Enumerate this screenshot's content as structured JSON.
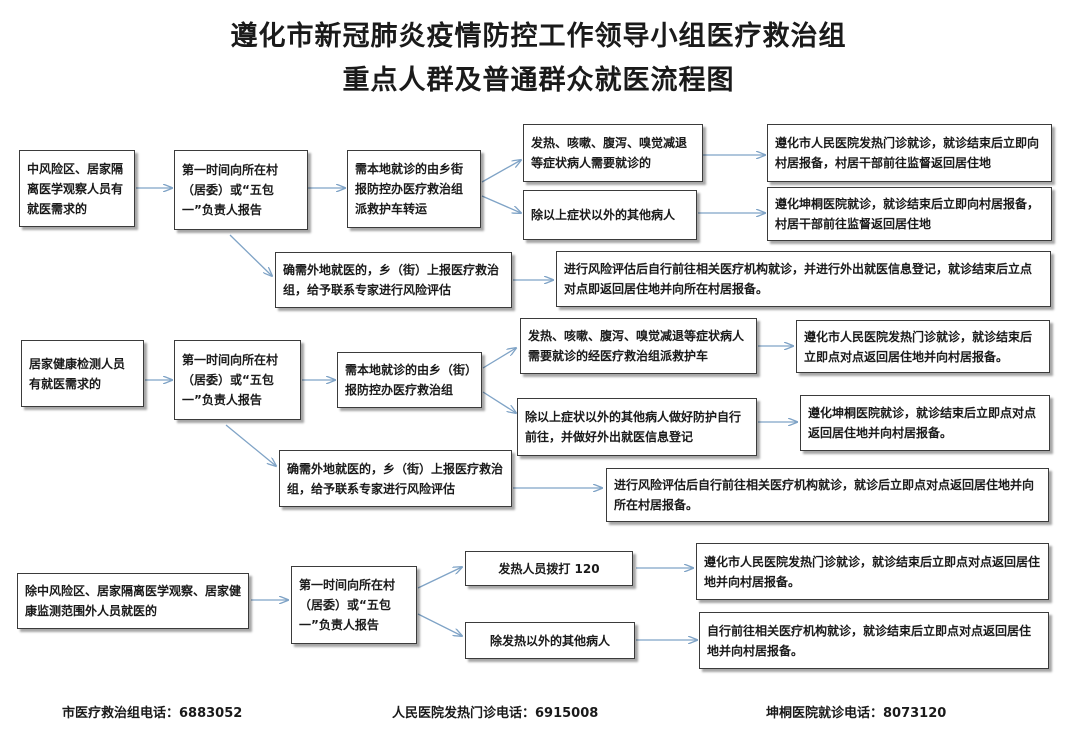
{
  "title": {
    "line1": "遵化市新冠肺炎疫情防控工作领导小组医疗救治组",
    "line2": "重点人群及普通群众就医流程图"
  },
  "section1": {
    "start": "中风险区、居家隔离医学观察人员有就医需求的",
    "report": "第一时间向所在村（居委）或“五包一”负责人报告",
    "local": "需本地就诊的由乡街报防控办医疗救治组派救护车转运",
    "symptom": "发热、咳嗽、腹泻、嗅觉减退等症状病人需要就诊的",
    "symptom_result": "遵化市人民医院发热门诊就诊，就诊结束后立即向村居报备，村居干部前往监督返回居住地",
    "other": "除以上症状以外的其他病人",
    "other_result": "遵化坤桐医院就诊，就诊结束后立即向村居报备，村居干部前往监督返回居住地",
    "remote": "确需外地就医的，乡（街）上报医疗救治组，给予联系专家进行风险评估",
    "remote_result": "进行风险评估后自行前往相关医疗机构就诊，并进行外出就医信息登记，就诊结束后立点对点即返回居住地并向所在村居报备。"
  },
  "section2": {
    "start": "居家健康检测人员有就医需求的",
    "report": "第一时间向所在村（居委）或“五包一”负责人报告",
    "local": "需本地就诊的由乡（街）报防控办医疗救治组",
    "symptom": "发热、咳嗽、腹泻、嗅觉减退等症状病人需要就诊的经医疗救治组派救护车",
    "symptom_result": "遵化市人民医院发热门诊就诊，就诊结束后立即点对点返回居住地并向村居报备。",
    "other": "除以上症状以外的其他病人做好防护自行前往，并做好外出就医信息登记",
    "other_result": "遵化坤桐医院就诊，就诊结束后立即点对点返回居住地并向村居报备。",
    "remote": "确需外地就医的，乡（街）上报医疗救治组，给予联系专家进行风险评估",
    "remote_result": "进行风险评估后自行前往相关医疗机构就诊，就诊后立即点对点返回居住地并向所在村居报备。"
  },
  "section3": {
    "start": "除中风险区、居家隔离医学观察、居家健康监测范围外人员就医的",
    "report": "第一时间向所在村（居委）或“五包一”负责人报告",
    "fever": "发热人员拨打 120",
    "fever_result": "遵化市人民医院发热门诊就诊，就诊结束后立即点对点返回居住地并向村居报备。",
    "nonfever": "除发热以外的其他病人",
    "nonfever_result": "自行前往相关医疗机构就诊，就诊结束后立即点对点返回居住地并向村居报备。"
  },
  "footer": {
    "phone1": "市医疗救治组电话：6883052",
    "phone2": "人民医院发热门诊电话：6915008",
    "phone3": "坤桐医院就诊电话：8073120"
  },
  "colors": {
    "arrow": "#7fa3c6",
    "border": "#3b3b3b"
  }
}
